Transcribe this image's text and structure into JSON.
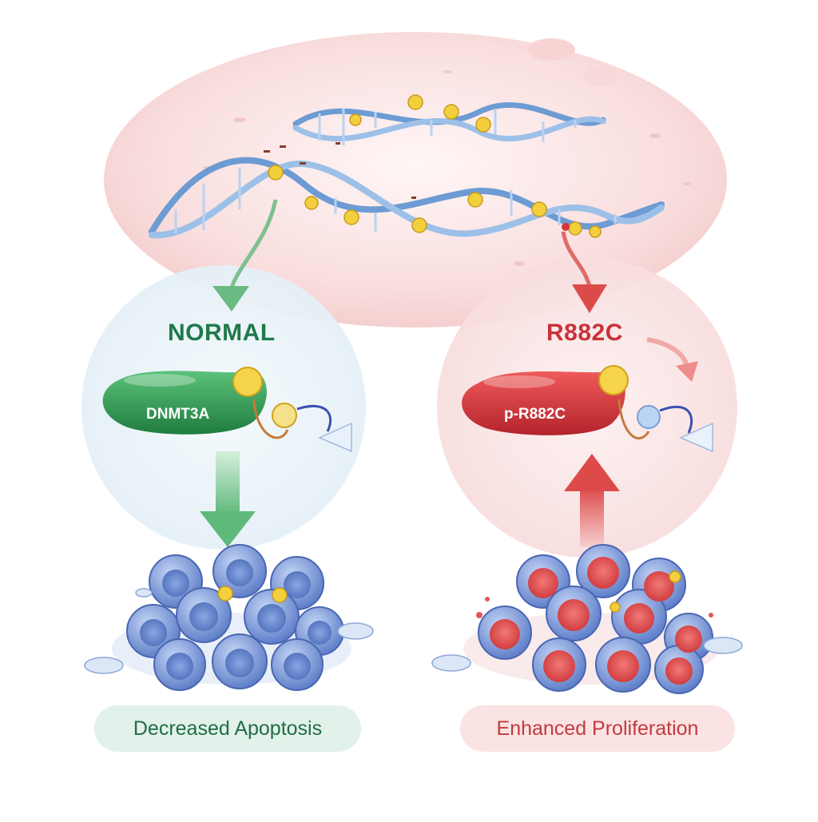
{
  "normal": {
    "title": "NORMAL",
    "protein_label": "DNMT3A",
    "outcome": "Decreased Apoptosis"
  },
  "mutant": {
    "title": "R882C",
    "protein_label": "p-R882C",
    "outcome": "Enhanced Proliferation"
  },
  "colors": {
    "normal_green": "#2e9a55",
    "mutant_red": "#d8353b",
    "dna_blue": "#7aa6d6",
    "nucleus_pink": "#f6d5d5",
    "cell_blue": "#7f9fdc"
  }
}
